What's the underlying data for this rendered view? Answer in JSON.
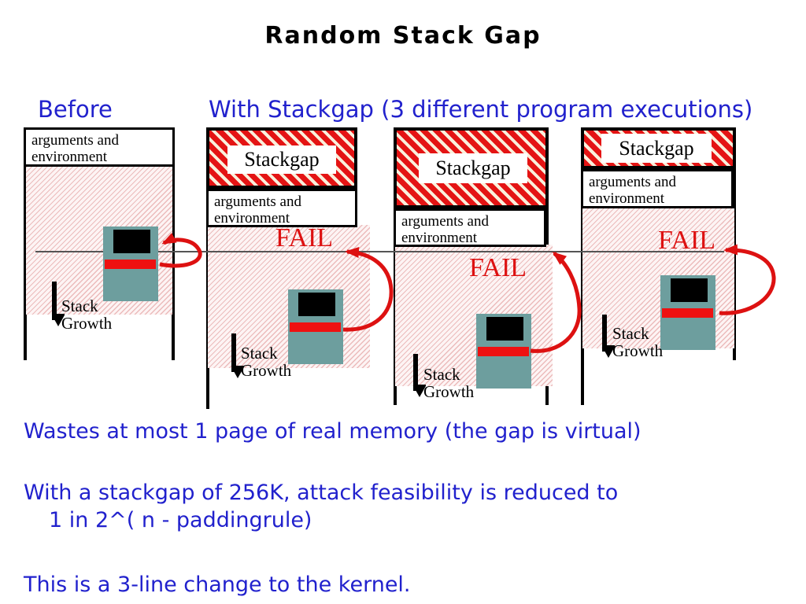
{
  "title": "Random Stack Gap",
  "headers": {
    "before": "Before",
    "with_stackgap": "With Stackgap  (3 different program executions)"
  },
  "shared": {
    "stackgap_label": "Stackgap",
    "args_line1": "arguments and",
    "args_line2": "environment",
    "fail": "FAIL",
    "stack": "Stack",
    "growth": "Growth"
  },
  "footer": {
    "line1": "Wastes at most 1 page of real memory (the gap is virtual)",
    "line2": "With a stackgap of 256K, attack feasibility is reduced to",
    "line3": "1 in 2^( n - paddingrule)",
    "line4": "This is a 3-line change to the kernel."
  },
  "colors": {
    "heading_blue": "#2121cd",
    "fail_red": "#dd1111",
    "hatch_red": "#e41414",
    "computer_teal": "#6d9e9e"
  }
}
